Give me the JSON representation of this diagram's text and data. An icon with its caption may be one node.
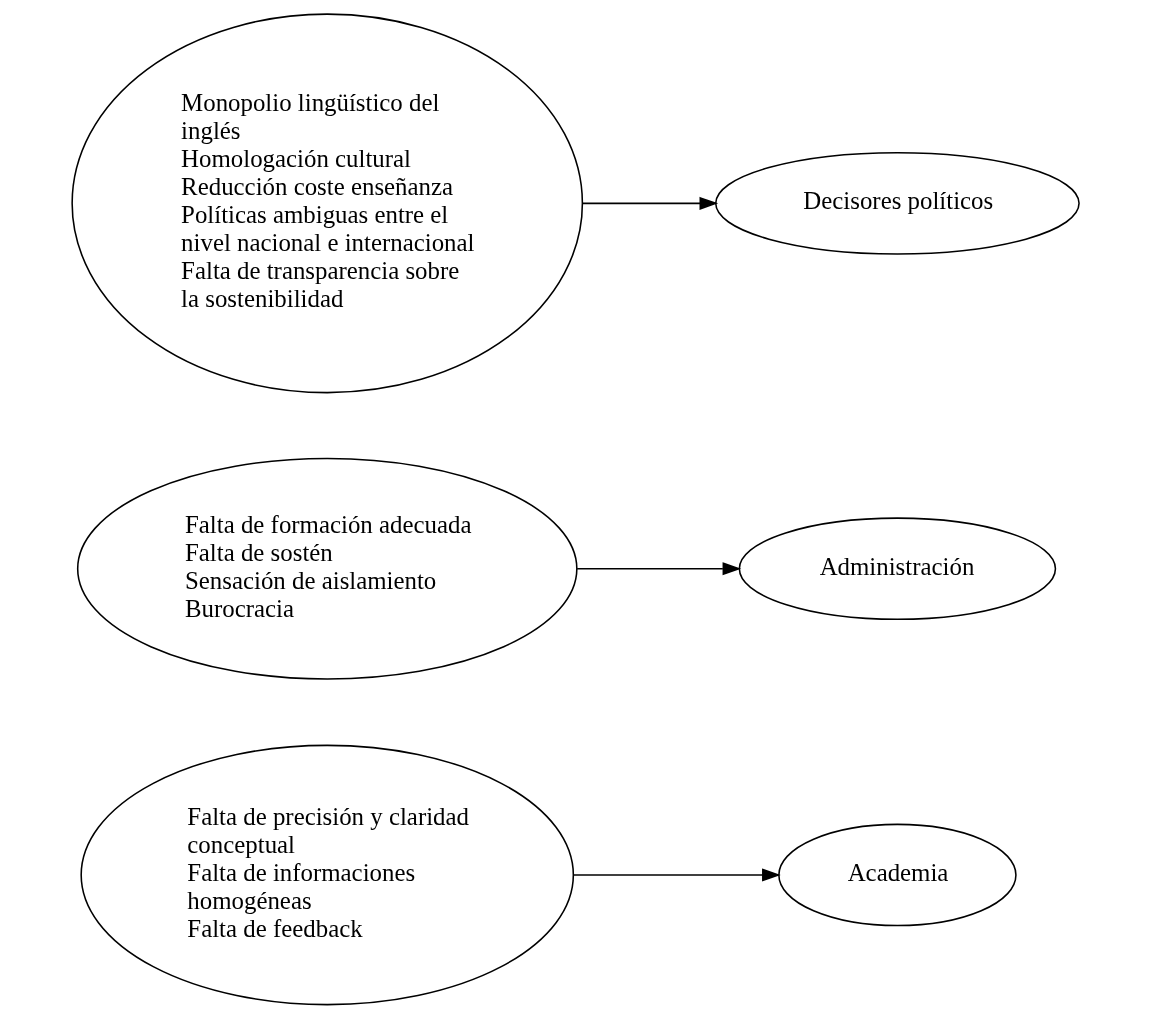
{
  "diagram": {
    "nodes": [
      {
        "text": [
          "Falta de precisión y claridad conceptual",
          "Falta de informaciones homogéneas",
          "Falta de feedback"
        ]
      },
      {
        "text": [
          "Academia"
        ]
      },
      {
        "text": [
          "Falta de formación adecuada",
          "Falta de sostén",
          "Sensación de aislamiento",
          "Burocracia"
        ]
      },
      {
        "text": [
          "Administración"
        ]
      },
      {
        "text": [
          "Monopolio lingüístico del inglés",
          "Homologación cultural",
          "Reducción coste enseñanza",
          "Políticas ambiguas entre el nivel nacional e internacional",
          "Falta de transparencia sobre la sostenibilidad"
        ]
      },
      {
        "text": [
          "Decisores políticos"
        ]
      }
    ],
    "edges": [
      {
        "from": 0,
        "to": 1,
        "arrow": "to"
      },
      {
        "from": 2,
        "to": 3,
        "arrow": "to"
      },
      {
        "from": 4,
        "to": 5,
        "arrow": "to"
      }
    ]
  }
}
